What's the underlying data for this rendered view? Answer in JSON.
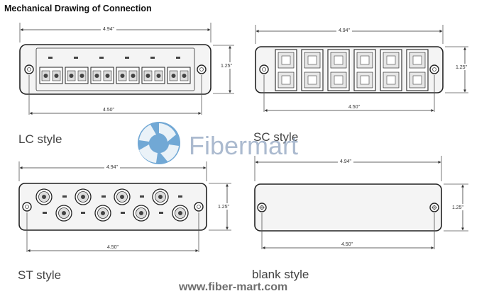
{
  "header": {
    "title": "Mechanical Drawing of Connection"
  },
  "panels": {
    "lc": {
      "label": "LC style",
      "width_dim": "4.94\"",
      "height_dim": "1.25\"",
      "inner_dim": "4.50\""
    },
    "sc": {
      "label": "SC style",
      "width_dim": "4.94\"",
      "height_dim": "1.25\"",
      "inner_dim": "4.50\""
    },
    "st": {
      "label": "ST style",
      "width_dim": "4.94\"",
      "height_dim": "1.25\"",
      "inner_dim": "4.50\""
    },
    "blank": {
      "label": "blank style",
      "width_dim": "4.94\"",
      "height_dim": "1.25\"",
      "inner_dim": "4.50\""
    }
  },
  "watermark": {
    "brand": "Fibermart",
    "url": "www.fiber-mart.com",
    "color": "#2f7fc1"
  }
}
